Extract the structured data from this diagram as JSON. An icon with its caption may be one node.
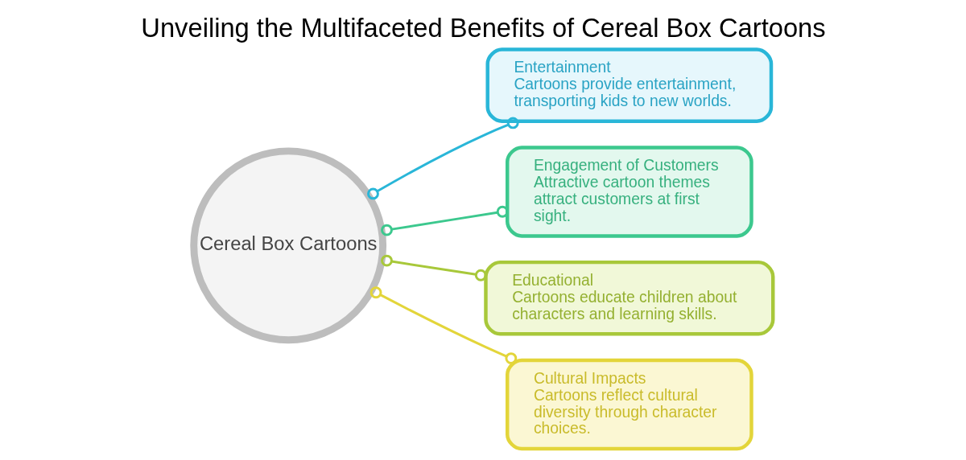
{
  "diagram": {
    "title": "Unveiling the Multifaceted Benefits of Cereal Box Cartoons",
    "nodes": [
      {
        "text": [
          "Cereal Box Cartoons"
        ]
      },
      {
        "text": [
          "Entertainment",
          "Cartoons provide entertainment, transporting kids to new worlds."
        ]
      },
      {
        "text": [
          "Engagement of Customers",
          "Attractive cartoon themes attract customers at first sight."
        ]
      },
      {
        "text": [
          "Educational",
          "Cartoons educate children about characters and learning skills."
        ]
      },
      {
        "text": [
          "Cultural Impacts",
          "Cartoons reflect cultural diversity through character choices."
        ]
      }
    ],
    "edges": [
      {
        "from": 0,
        "to": 1,
        "arrow": "other",
        "color": "#29b6d8"
      },
      {
        "from": 0,
        "to": 2,
        "arrow": "other",
        "color": "#3cc88e"
      },
      {
        "from": 0,
        "to": 3,
        "arrow": "other",
        "color": "#a8c83a"
      },
      {
        "from": 0,
        "to": 4,
        "arrow": "other",
        "color": "#e3d53a"
      }
    ]
  }
}
